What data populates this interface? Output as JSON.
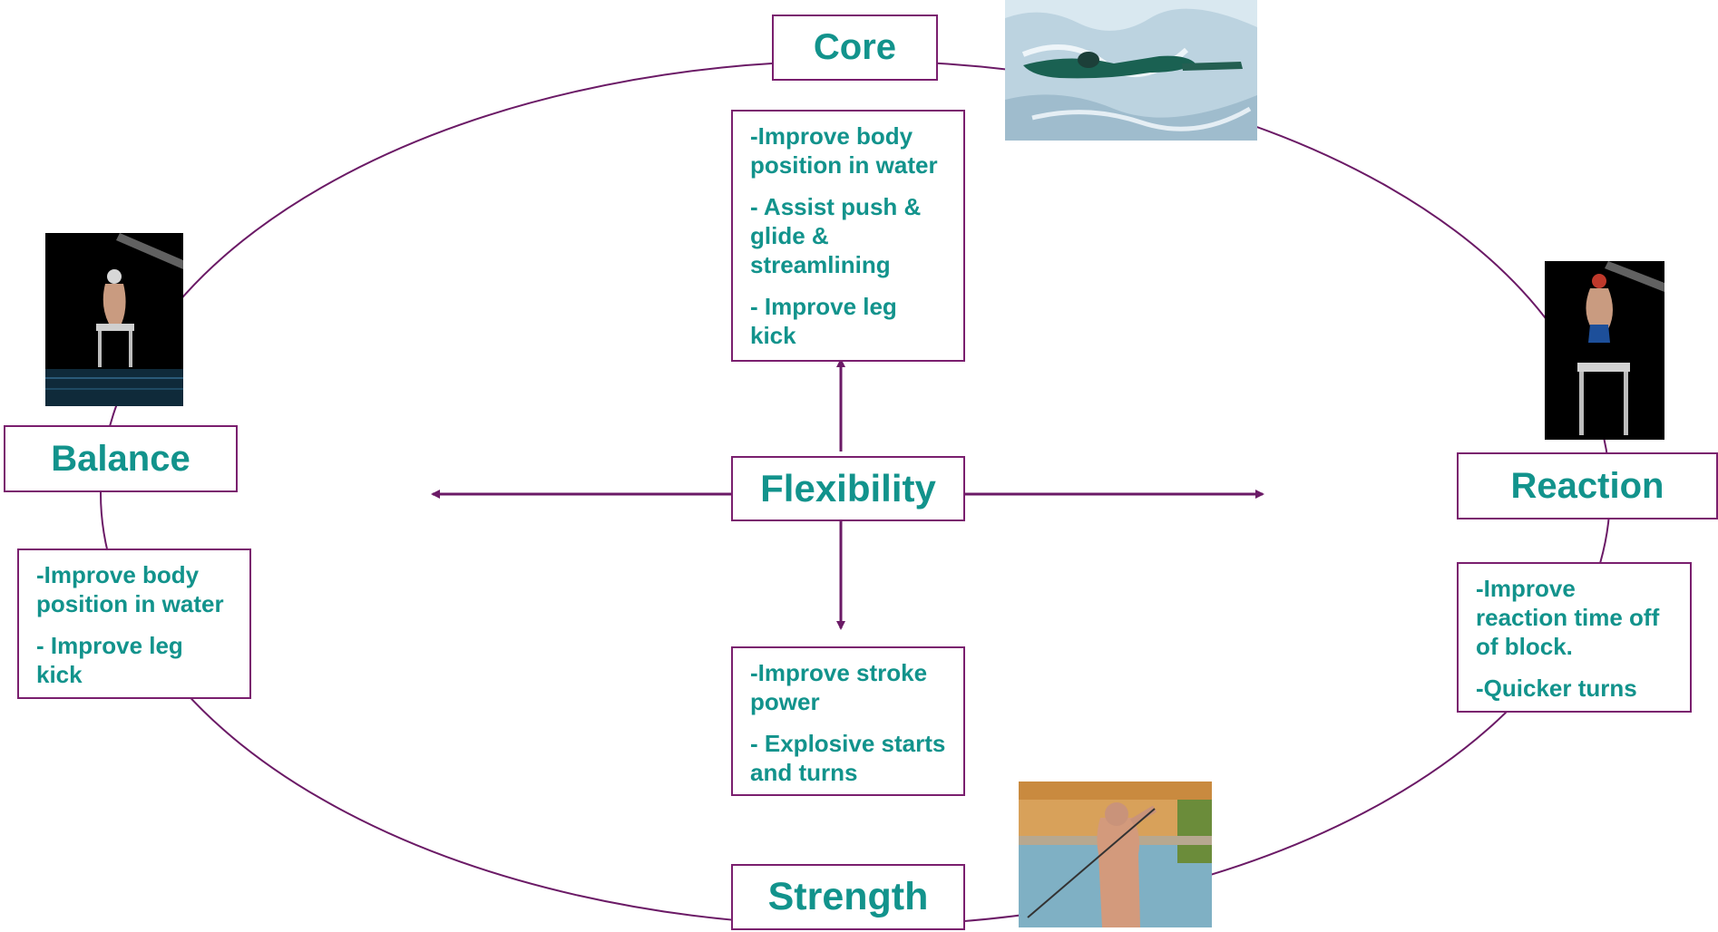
{
  "nodes": {
    "core": {
      "label": "Core"
    },
    "balance": {
      "label": "Balance"
    },
    "reaction": {
      "label": "Reaction"
    },
    "strength": {
      "label": "Strength"
    },
    "flexibility": {
      "label": "Flexibility"
    }
  },
  "notes": {
    "core": {
      "line1": "-Improve body position in water",
      "line2": "- Assist push & glide & streamlining",
      "line3": "- Improve leg kick"
    },
    "balance": {
      "line1": "-Improve body position in water",
      "line2": "- Improve leg kick"
    },
    "reaction": {
      "line1": "-Improve reaction time off of block.",
      "line2": "-Quicker turns"
    },
    "strength": {
      "line1": "-Improve stroke power",
      "line2": "- Explosive starts and turns"
    }
  },
  "photos": {
    "core": "swimmer-underwater-photo",
    "balance": "swimmer-on-block-photo",
    "reaction": "swimmer-diving-photo",
    "strength": "resistance-band-training-photo"
  },
  "colors": {
    "border": "#7a1f6e",
    "text": "#12938c",
    "ellipse": "#6b1a66",
    "arrow": "#6b1a66"
  }
}
